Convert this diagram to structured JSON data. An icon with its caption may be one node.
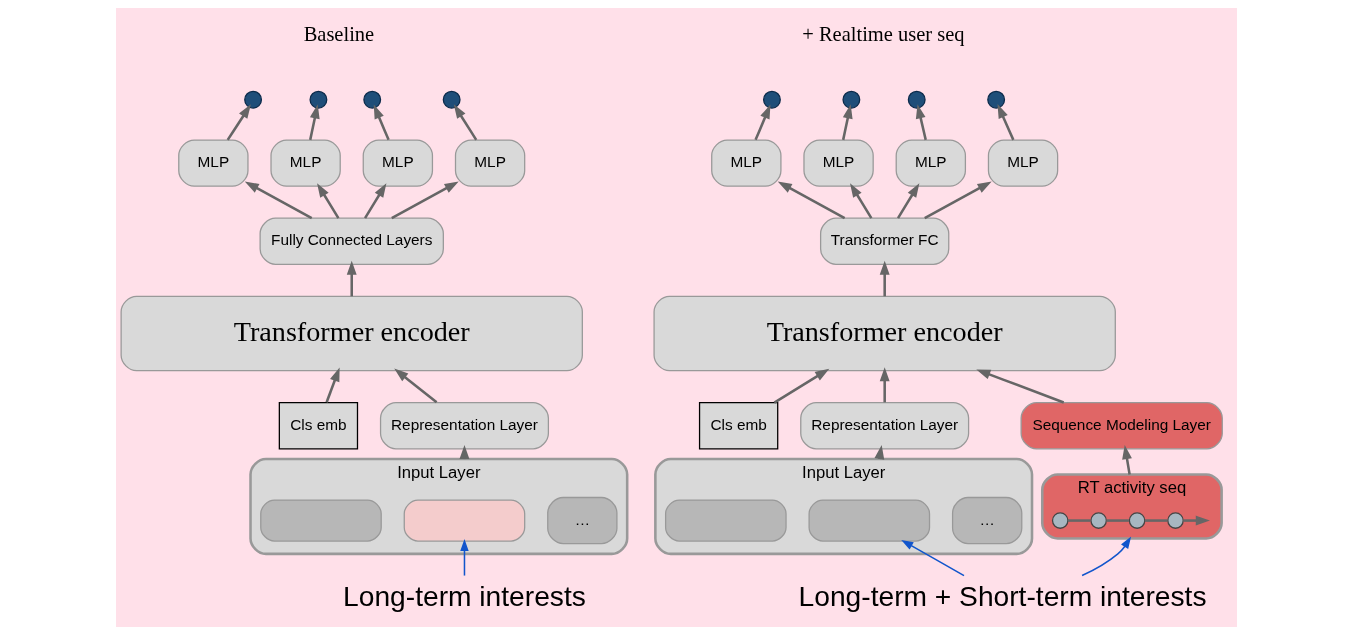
{
  "diagram": {
    "nodes": [
      {
        "text": [],
        "shape": "circle"
      },
      {
        "text": [],
        "shape": "circle"
      },
      {
        "text": [],
        "shape": "circle"
      },
      {
        "text": [],
        "shape": "circle"
      },
      {
        "text": [
          "MLP"
        ]
      },
      {
        "text": [
          "MLP"
        ]
      },
      {
        "text": [
          "MLP"
        ]
      },
      {
        "text": [
          "MLP"
        ]
      },
      {
        "text": [
          "Fully Connected Layers"
        ]
      },
      {
        "text": [
          "Transformer encoder"
        ]
      },
      {
        "text": [
          "Cls emb"
        ]
      },
      {
        "text": [
          "Representation Layer"
        ]
      },
      {
        "text": [
          "Input Layer"
        ]
      },
      {
        "text": [],
        "shape": "box",
        "in": 12
      },
      {
        "text": [],
        "shape": "box",
        "in": 12
      },
      {
        "text": [
          "…"
        ],
        "in": 12
      },
      {
        "text": [
          "Long-term interests"
        ]
      },
      {
        "text": [],
        "shape": "circle"
      },
      {
        "text": [],
        "shape": "circle"
      },
      {
        "text": [],
        "shape": "circle"
      },
      {
        "text": [],
        "shape": "circle"
      },
      {
        "text": [
          "MLP"
        ]
      },
      {
        "text": [
          "MLP"
        ]
      },
      {
        "text": [
          "MLP"
        ]
      },
      {
        "text": [
          "MLP"
        ]
      },
      {
        "text": [
          "Transformer FC"
        ]
      },
      {
        "text": [
          "Transformer encoder"
        ]
      },
      {
        "text": [
          "Cls emb"
        ]
      },
      {
        "text": [
          "Representation Layer"
        ]
      },
      {
        "text": [
          "Sequence Modeling Layer"
        ]
      },
      {
        "text": [
          "Input Layer"
        ]
      },
      {
        "text": [],
        "shape": "box",
        "in": 30
      },
      {
        "text": [],
        "shape": "box",
        "in": 30
      },
      {
        "text": [
          "…"
        ],
        "in": 30
      },
      {
        "text": [
          "RT activity seq"
        ]
      },
      {
        "text": [],
        "shape": "circle",
        "in": 34
      },
      {
        "text": [],
        "shape": "circle",
        "in": 34
      },
      {
        "text": [],
        "shape": "circle",
        "in": 34
      },
      {
        "text": [],
        "shape": "circle",
        "in": 34
      },
      {
        "text": [
          "Long-term + Short-term interests"
        ]
      }
    ],
    "edges": [
      {
        "from": 4,
        "to": 0,
        "arrow": "to"
      },
      {
        "from": 5,
        "to": 1,
        "arrow": "to"
      },
      {
        "from": 6,
        "to": 2,
        "arrow": "to"
      },
      {
        "from": 7,
        "to": 3,
        "arrow": "to"
      },
      {
        "from": 8,
        "to": 4,
        "arrow": "to"
      },
      {
        "from": 8,
        "to": 5,
        "arrow": "to"
      },
      {
        "from": 8,
        "to": 6,
        "arrow": "to"
      },
      {
        "from": 8,
        "to": 7,
        "arrow": "to"
      },
      {
        "from": 9,
        "to": 8,
        "arrow": "to"
      },
      {
        "from": 10,
        "to": 9,
        "arrow": "to"
      },
      {
        "from": 11,
        "to": 9,
        "arrow": "to"
      },
      {
        "from": 12,
        "to": 11,
        "arrow": "to"
      },
      {
        "from": 16,
        "to": 14,
        "arrow": "to",
        "color": "#1155cc"
      },
      {
        "from": 21,
        "to": 17,
        "arrow": "to"
      },
      {
        "from": 22,
        "to": 18,
        "arrow": "to"
      },
      {
        "from": 23,
        "to": 19,
        "arrow": "to"
      },
      {
        "from": 24,
        "to": 20,
        "arrow": "to"
      },
      {
        "from": 25,
        "to": 21,
        "arrow": "to"
      },
      {
        "from": 25,
        "to": 22,
        "arrow": "to"
      },
      {
        "from": 25,
        "to": 23,
        "arrow": "to"
      },
      {
        "from": 25,
        "to": 24,
        "arrow": "to"
      },
      {
        "from": 26,
        "to": 25,
        "arrow": "to"
      },
      {
        "from": 27,
        "to": 26,
        "arrow": "to"
      },
      {
        "from": 28,
        "to": 26,
        "arrow": "to"
      },
      {
        "from": 29,
        "to": 26,
        "arrow": "to"
      },
      {
        "from": 30,
        "to": 28,
        "arrow": "to"
      },
      {
        "from": 34,
        "to": 29,
        "arrow": "to"
      },
      {
        "from": 35,
        "to": 36,
        "arrow": "none"
      },
      {
        "from": 36,
        "to": 37,
        "arrow": "none"
      },
      {
        "from": 37,
        "to": 38,
        "arrow": "none"
      },
      {
        "from": 38,
        "to": null,
        "arrow": "to"
      },
      {
        "from": 39,
        "to": 32,
        "arrow": "to",
        "color": "#1155cc"
      },
      {
        "from": 39,
        "to": 34,
        "arrow": "to",
        "color": "#1155cc"
      }
    ],
    "labels": [
      "Baseline",
      "+ Realtime user seq"
    ]
  }
}
